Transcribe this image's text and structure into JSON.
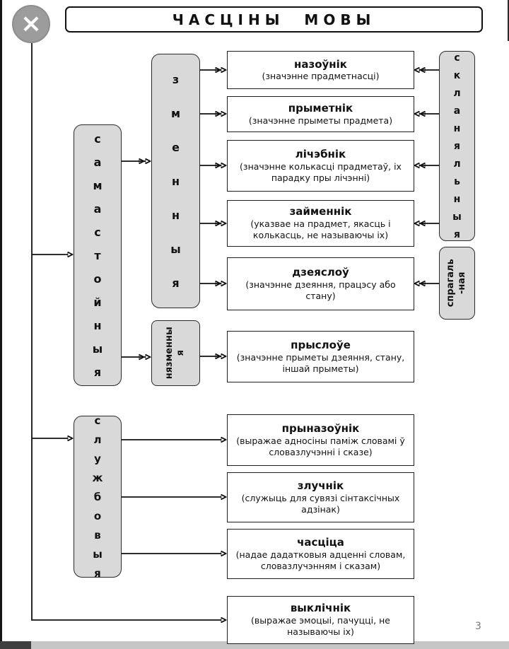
{
  "page": {
    "title": "ЧАСЦІНЫ МОВЫ",
    "page_number": "3",
    "close_glyph": "×"
  },
  "categories": {
    "independent": {
      "label": "самастойныя"
    },
    "mutable": {
      "label": "зменныя"
    },
    "immutable": {
      "label": "нязменны\nя"
    },
    "auxiliary": {
      "label": "службовыя"
    },
    "declinable": {
      "label": "скланяльныя"
    },
    "conjugable": {
      "label": "спрагаль\n-ная"
    }
  },
  "parts_of_speech": [
    {
      "name": "назоўнік",
      "definition": "(значэнне прадметнасці)"
    },
    {
      "name": "прыметнік",
      "definition": "(значэнне прыметы прадмета)"
    },
    {
      "name": "лічэбнік",
      "definition": "(значэнне колькасці прадметаў, іх парадку пры лічэнні)"
    },
    {
      "name": "займеннік",
      "definition": "(указвае на прадмет, якасць і колькасць, не называючы іх)"
    },
    {
      "name": "дзеяслоў",
      "definition": "(значэнне дзеяння, працэсу або стану)"
    },
    {
      "name": "прыслоўе",
      "definition": "(значэнне прыметы дзеяння, стану, іншай прыметы)"
    },
    {
      "name": "прыназоўнік",
      "definition": "(выражае адносіны паміж словамі ў словазлучэнні і сказе)"
    },
    {
      "name": "злучнік",
      "definition": "(служыць для сувязі сінтаксічных адзінак)"
    },
    {
      "name": "часціца",
      "definition": "(надае дадатковыя адценні словам, словазлучэнням і сказам)"
    },
    {
      "name": "выклічнік",
      "definition": "(выражае эмоцыі, пачуцці, не называючы іх)"
    }
  ]
}
